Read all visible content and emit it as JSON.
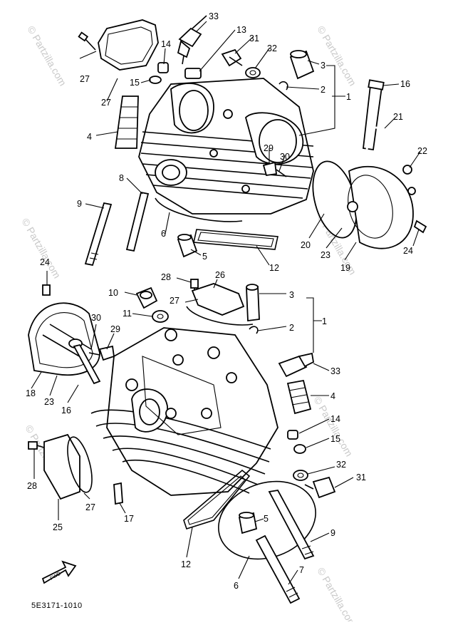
{
  "watermark": {
    "text": "© Partzilla.com",
    "color": "#c9c9c9"
  },
  "diagram_code": "5E3171-1010",
  "fwd_label": "FWD",
  "top_callouts": {
    "c33": "33",
    "c13": "13",
    "c31": "31",
    "c32": "32",
    "c3": "3",
    "c2": "2",
    "c1": "1",
    "c16": "16",
    "c21": "21",
    "c22": "22",
    "c27a": "27",
    "c27b": "27",
    "c14": "14",
    "c15": "15",
    "c4": "4",
    "c29": "29",
    "c30": "30",
    "c8": "8",
    "c9": "9",
    "c6": "6",
    "c5": "5",
    "c12": "12",
    "c20": "20",
    "c23": "23",
    "c19": "19",
    "c24": "24"
  },
  "bottom_callouts": {
    "c24": "24",
    "c28a": "28",
    "c26": "26",
    "c10": "10",
    "c27a": "27",
    "c3": "3",
    "c1": "1",
    "c11": "11",
    "c2": "2",
    "c30": "30",
    "c29": "29",
    "c33": "33",
    "c18": "18",
    "c23": "23",
    "c16": "16",
    "c4": "4",
    "c14": "14",
    "c15": "15",
    "c32": "32",
    "c31": "31",
    "c28b": "28",
    "c27b": "27",
    "c25": "25",
    "c17": "17",
    "c5": "5",
    "c9": "9",
    "c12": "12",
    "c7": "7",
    "c6": "6"
  }
}
